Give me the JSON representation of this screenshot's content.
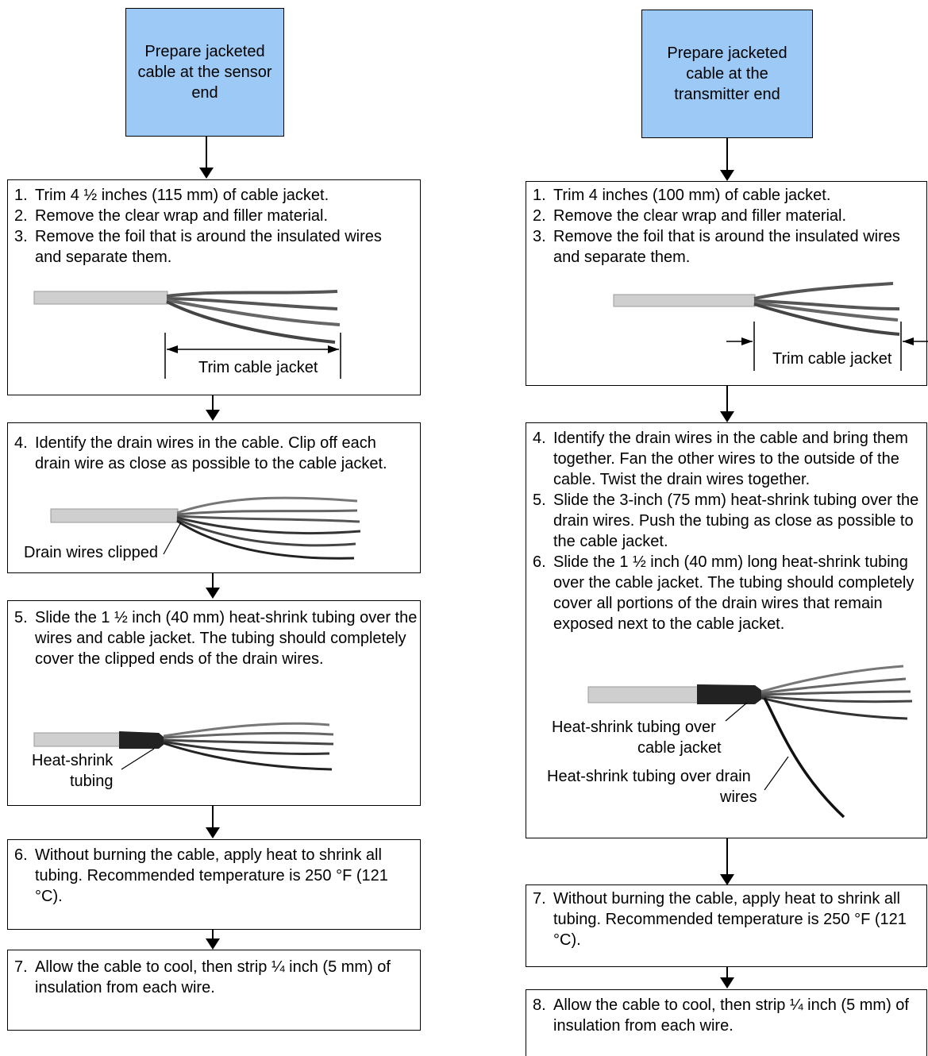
{
  "left": {
    "start": "Prepare jacketed cable at the sensor end",
    "box1": [
      {
        "n": "1.",
        "t": "Trim 4 ½ inches (115 mm) of cable jacket."
      },
      {
        "n": "2.",
        "t": "Remove the clear wrap and filler material."
      },
      {
        "n": "3.",
        "t": "Remove the foil that is around the insulated wires and separate them."
      }
    ],
    "trim_label": "Trim cable jacket",
    "box2": [
      {
        "n": "4.",
        "t": "Identify the drain wires in the cable. Clip off each drain wire as close as possible to the cable jacket."
      }
    ],
    "drain_label": "Drain wires clipped",
    "box3": [
      {
        "n": "5.",
        "t": "Slide the 1 ½ inch (40 mm) heat-shrink tubing over the wires and cable jacket. The tubing should completely cover the clipped ends of the drain wires."
      }
    ],
    "tubing_label_1": "Heat-shrink",
    "tubing_label_2": "tubing",
    "box4": [
      {
        "n": "6.",
        "t": "Without burning the cable, apply heat to shrink all tubing. Recommended temperature is 250 °F (121 °C)."
      }
    ],
    "box5": [
      {
        "n": "7.",
        "t": "Allow the cable to cool, then strip ¼ inch (5 mm) of insulation from each wire."
      }
    ]
  },
  "right": {
    "start": "Prepare jacketed cable at the transmitter end",
    "box1": [
      {
        "n": "1.",
        "t": "Trim 4 inches (100 mm) of cable jacket."
      },
      {
        "n": "2.",
        "t": "Remove the clear wrap and filler material."
      },
      {
        "n": "3.",
        "t": "Remove the foil that is around the insulated wires and separate them."
      }
    ],
    "trim_label": "Trim cable jacket",
    "box2": [
      {
        "n": "4.",
        "t": "Identify the drain wires in the cable and bring them together. Fan the other wires to the outside of the cable. Twist the drain wires together."
      },
      {
        "n": "5.",
        "t": "Slide the 3-inch (75 mm) heat-shrink tubing over the drain wires. Push the tubing as close as possible to the cable jacket."
      },
      {
        "n": "6.",
        "t": "Slide the 1 ½ inch (40 mm) long heat-shrink tubing over the cable jacket. The tubing should completely cover all portions of the drain wires that remain exposed next to the cable jacket."
      }
    ],
    "jacket_label_1": "Heat-shrink tubing over",
    "jacket_label_2": "cable jacket",
    "drain_label_1": "Heat-shrink tubing over drain",
    "drain_label_2": "wires",
    "box3": [
      {
        "n": "7.",
        "t": "Without burning the cable, apply heat to shrink all tubing. Recommended temperature is 250 °F (121 °C)."
      }
    ],
    "box4": [
      {
        "n": "8.",
        "t": "Allow the cable to cool, then strip ¼ inch (5 mm) of insulation from each wire."
      }
    ]
  }
}
